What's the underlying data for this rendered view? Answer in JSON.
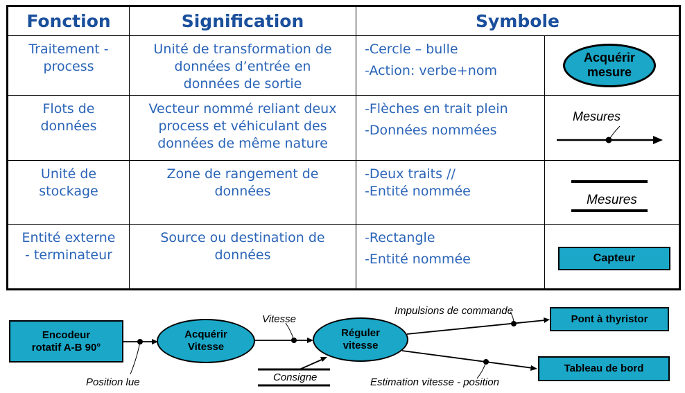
{
  "table": {
    "headers": [
      "Fonction",
      "Signification",
      "Symbole"
    ],
    "rows": [
      {
        "fonction": [
          "Traitement -",
          "process"
        ],
        "signification": [
          "Unité de transformation de",
          "données d’entrée en",
          "données de sortie"
        ],
        "symbole": [
          "-Cercle – bulle",
          "-Action: verbe+nom"
        ],
        "symbol": {
          "kind": "process",
          "lines": [
            "Acquérir",
            "mesure"
          ]
        }
      },
      {
        "fonction": [
          "Flots de",
          "données"
        ],
        "signification": [
          "Vecteur nommé reliant deux",
          "process et véhiculant des",
          "données de même nature"
        ],
        "symbole": [
          "-Flèches en trait plein",
          "-Données nommées"
        ],
        "symbol": {
          "kind": "flow",
          "label": "Mesures"
        }
      },
      {
        "fonction": [
          "Unité de",
          "stockage"
        ],
        "signification": [
          "Zone de rangement de",
          "données"
        ],
        "symbole": [
          "-Deux traits //",
          "-Entité nommée"
        ],
        "symbol": {
          "kind": "store",
          "label": "Mesures"
        }
      },
      {
        "fonction": [
          "Entité externe",
          "- terminateur"
        ],
        "signification": [
          "Source ou destination de",
          "données"
        ],
        "symbole": [
          "-Rectangle",
          "-Entité nommée"
        ],
        "symbol": {
          "kind": "entity",
          "label": "Capteur"
        }
      }
    ]
  },
  "diagram": {
    "encodeur": [
      "Encodeur",
      "rotatif A-B 90°"
    ],
    "acquerir": [
      "Acquérir",
      "Vitesse"
    ],
    "reguler": [
      "Réguler",
      "vitesse"
    ],
    "pont": "Pont à thyristor",
    "tableau": "Tableau de bord",
    "flows": {
      "position_lue": "Position lue",
      "vitesse": "Vitesse",
      "consigne": "Consigne",
      "impulsions": "Impulsions de commande",
      "estimation": "Estimation vitesse - position"
    }
  },
  "colors": {
    "header_text": "#1a4f9c",
    "body_text": "#2a64b8",
    "shape_fill": "#1aa7c8",
    "stroke": "#000000"
  }
}
